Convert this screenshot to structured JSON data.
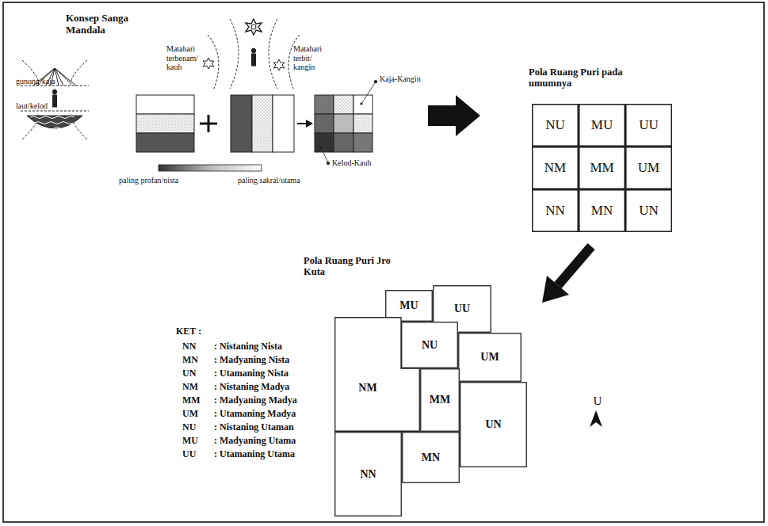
{
  "diagram": {
    "nodes": [
      {
        "text": [
          "NU"
        ]
      },
      {
        "text": [
          "MU"
        ]
      },
      {
        "text": [
          "UU"
        ]
      },
      {
        "text": [
          "NM"
        ]
      },
      {
        "text": [
          "MM"
        ]
      },
      {
        "text": [
          "UM"
        ]
      },
      {
        "text": [
          "NN"
        ]
      },
      {
        "text": [
          "MN"
        ]
      },
      {
        "text": [
          "UN"
        ]
      },
      {
        "text": [
          "MU"
        ]
      },
      {
        "text": [
          "UU"
        ]
      },
      {
        "text": [
          "NU"
        ]
      },
      {
        "text": [
          "UM"
        ]
      },
      {
        "text": [
          "NM"
        ]
      },
      {
        "text": [
          "MM"
        ]
      },
      {
        "text": [
          "UN"
        ]
      },
      {
        "text": [
          "MN"
        ]
      },
      {
        "text": [
          "NN"
        ]
      }
    ],
    "labels": [
      "Konsep Sanga Mandala",
      "Matahari terbenam/ kauh",
      "Matahari terbit/ kangin",
      "gunung/kaja",
      "laut/kelod",
      "Kaja-Kangin",
      "Kelod-Kauh",
      "paling profan/nista",
      "paling sakral/utama",
      "Pola Ruang Puri pada umumnya",
      "Pola Ruang Puri Jro Kuta",
      "KET :",
      "NN",
      ": Nistaning Nista",
      "MN",
      ": Madyaning Nista",
      "UN",
      ": Utamaning Nista",
      "NM",
      ": Nistaning Madya",
      "MM",
      ": Madyaning Madya",
      "UM",
      ": Utamaning Madya",
      "NU",
      ": Nistaning Utaman",
      "MU",
      ": Madyaning Utama",
      "UU",
      ": Utamaning Utama",
      "U"
    ]
  }
}
